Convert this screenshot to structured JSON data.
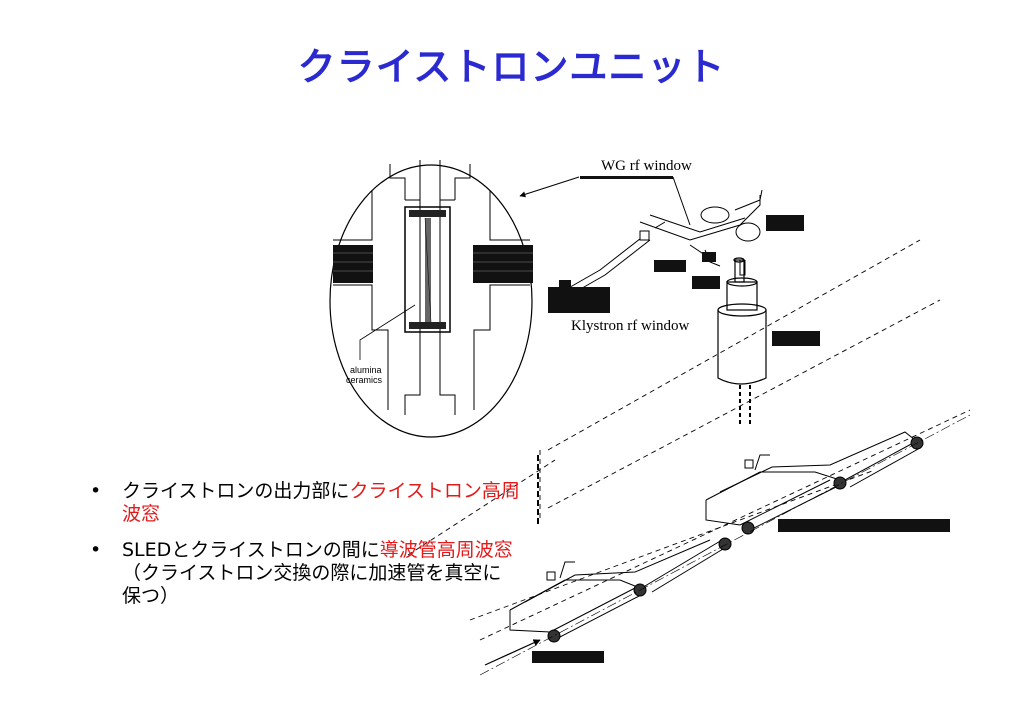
{
  "title": "クライストロンユニット",
  "diagram": {
    "wg_window_label": "WG rf window",
    "klystron_window_label": "Klystron rf window",
    "alumina_label_1": "alumina",
    "alumina_label_2": "ceramics"
  },
  "bullets": [
    {
      "marker": "•",
      "text_1": "クライストロンの出力部に",
      "red_1": "クライストロン高周波窓"
    },
    {
      "marker": "•",
      "text_1": "SLEDとクライストロンの間に",
      "red_1": "導波管高周波窓",
      "text_2": "（クライストロン交換の際に加速管を真空に保つ）"
    }
  ],
  "colors": {
    "title": "#2a2ad0",
    "highlight": "#e21a1a",
    "text": "#000000"
  }
}
